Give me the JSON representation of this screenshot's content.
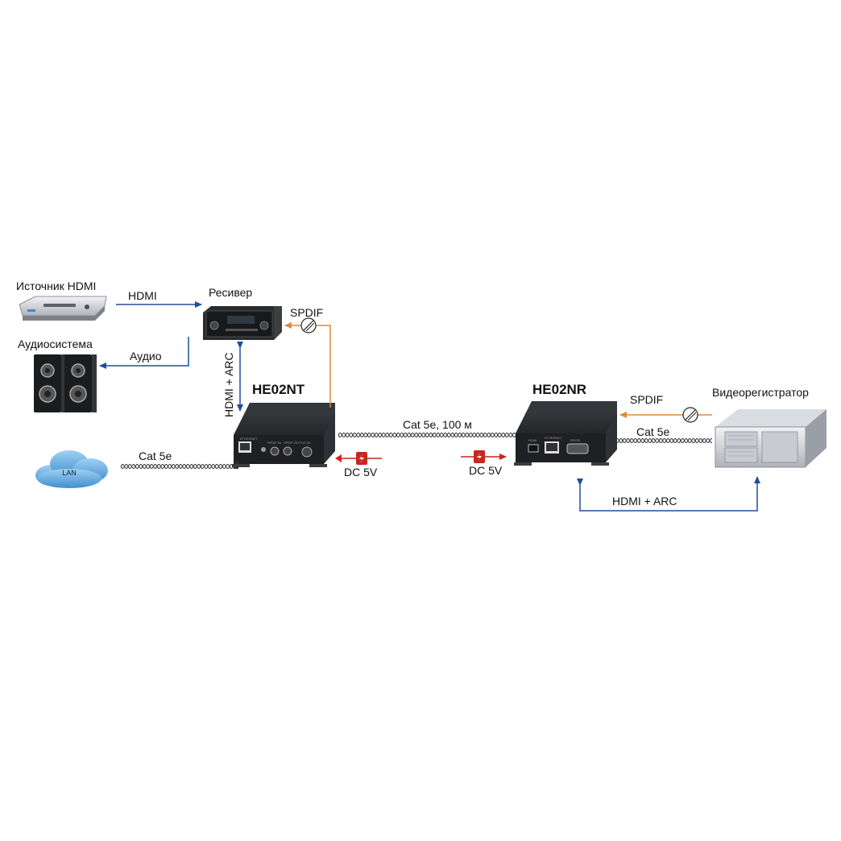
{
  "devices": {
    "hdmi_source": "Источник HDMI",
    "receiver": "Ресивер",
    "audio_system": "Аудиосистема",
    "lan": "LAN",
    "transmitter": "HE02NT",
    "receiver_unit": "HE02NR",
    "dvr": "Видеорегистратор"
  },
  "connections": {
    "hdmi": "HDMI",
    "audio": "Аудио",
    "hdmi_arc_vertical": "HDMI + ARC",
    "spdif_left": "SPDIF",
    "spdif_right": "SPDIF",
    "cat5e_lan": "Cat 5e",
    "cat5e_link": "Cat 5e, 100 м",
    "cat5e_dvr": "Cat 5e",
    "dc_left": "DC 5V",
    "dc_right": "DC 5V",
    "hdmi_arc_bottom": "HDMI + ARC"
  },
  "colors": {
    "blue_line": "#1f4e9a",
    "orange_line": "#d98a3a",
    "power_red": "#c8261e",
    "device_dark": "#2a2d30",
    "cloud_blue": "#5fa8dc"
  }
}
